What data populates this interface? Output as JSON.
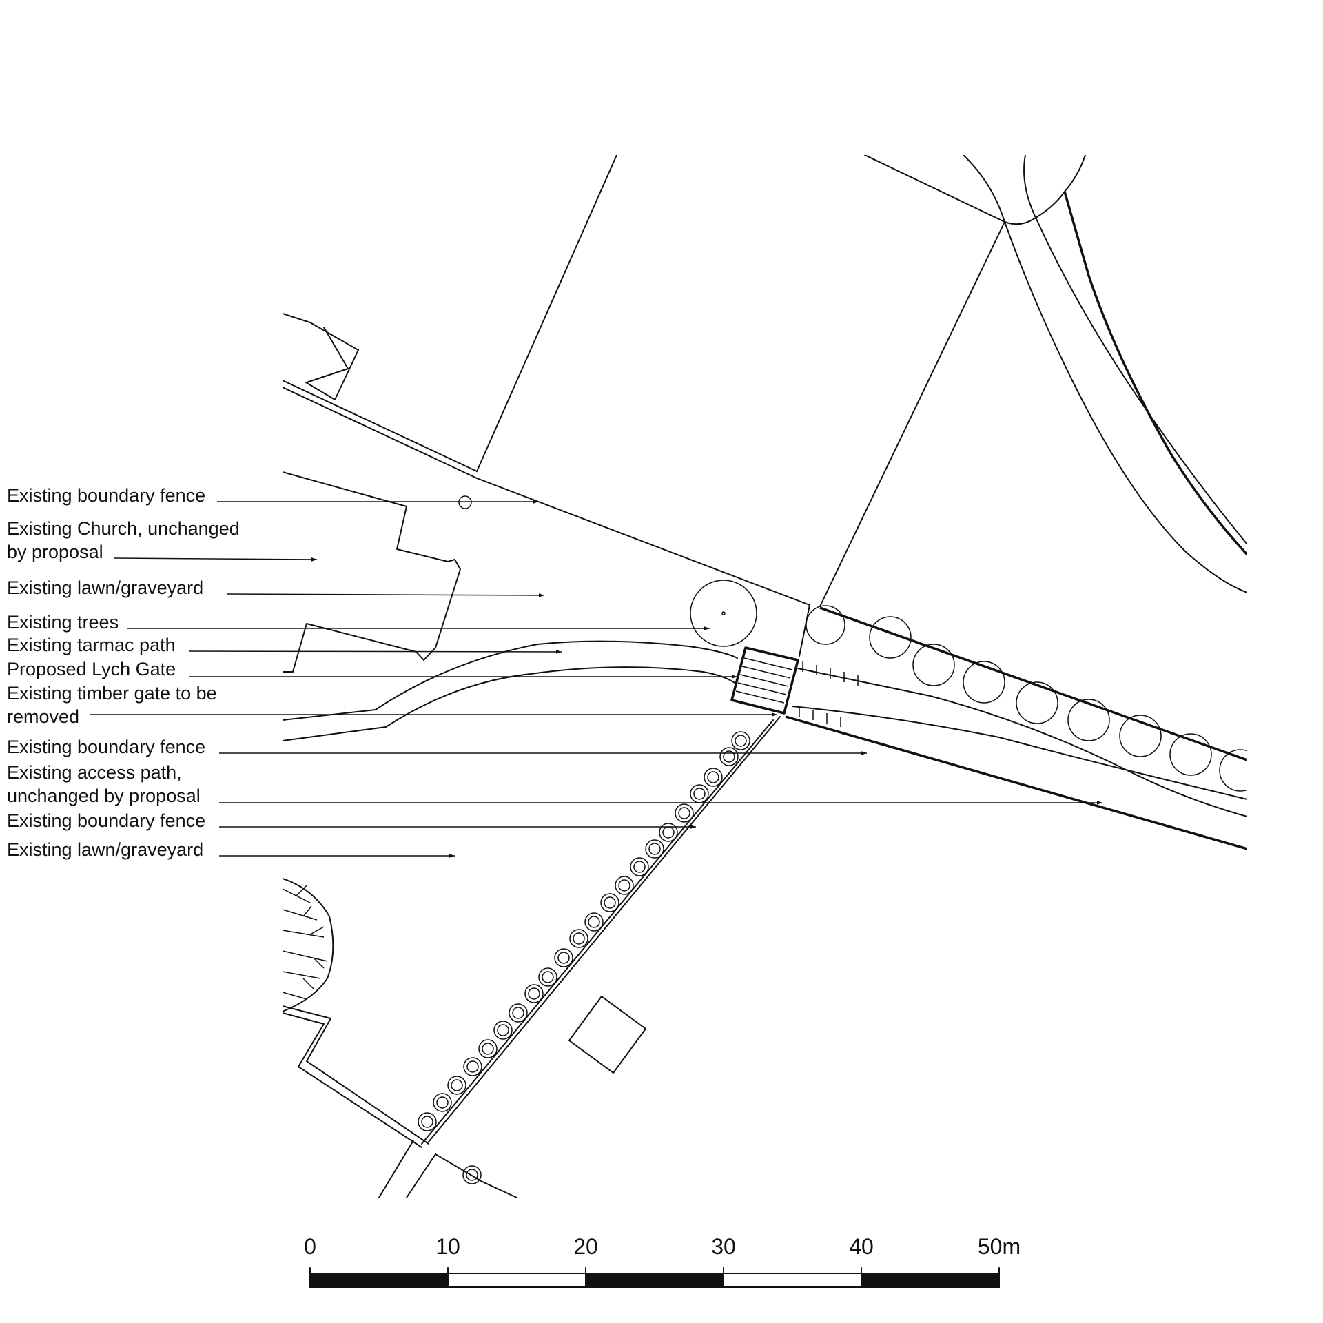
{
  "labels": [
    {
      "lines": [
        "Existing boundary fence"
      ]
    },
    {
      "lines": [
        "Existing Church, unchanged",
        "by proposal"
      ]
    },
    {
      "lines": [
        "Existing lawn/graveyard"
      ]
    },
    {
      "lines": [
        "Existing trees"
      ]
    },
    {
      "lines": [
        "Existing tarmac path"
      ]
    },
    {
      "lines": [
        "Proposed Lych Gate"
      ]
    },
    {
      "lines": [
        "Existing timber gate to be",
        "removed"
      ]
    },
    {
      "lines": [
        "Existing boundary fence"
      ]
    },
    {
      "lines": [
        "Existing access path,",
        "unchanged by proposal"
      ]
    },
    {
      "lines": [
        "Existing boundary fence"
      ]
    },
    {
      "lines": [
        "Existing lawn/graveyard"
      ]
    }
  ],
  "scale_bar": {
    "ticks": [
      "0",
      "10",
      "20",
      "30",
      "40",
      "50m"
    ]
  }
}
